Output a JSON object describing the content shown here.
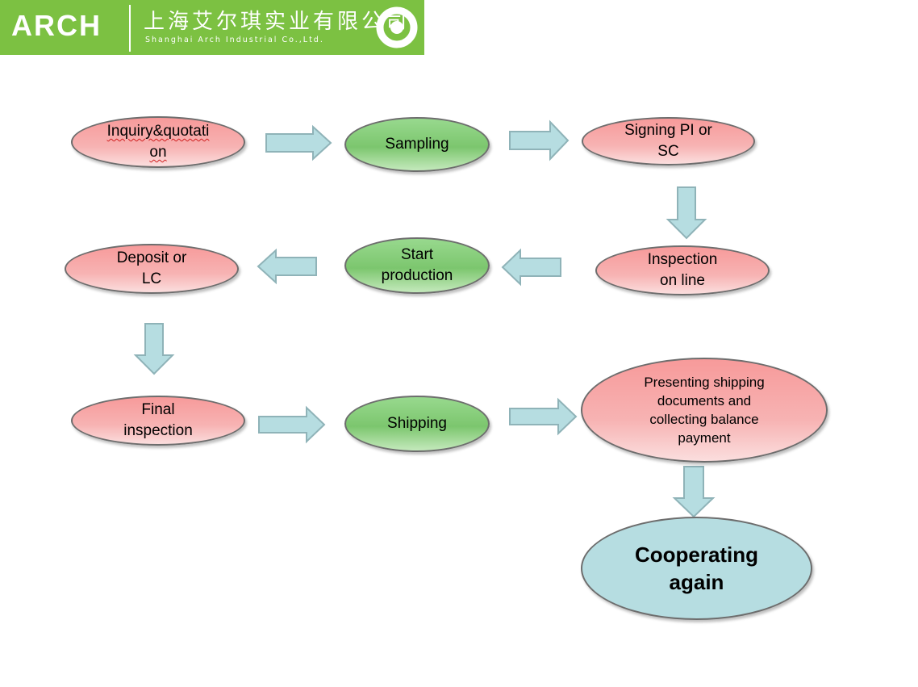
{
  "header": {
    "logo_text": "ARCH",
    "company_name_cn": "上海艾尔琪实业有限公司",
    "company_name_en": "Shanghai Arch Industrial Co.,Ltd."
  },
  "nodes": {
    "inquiry": "Inquiry&quotation",
    "sampling": "Sampling",
    "signing": "Signing PI or SC",
    "inspection_online": "Inspection on line",
    "start_production": "Start production",
    "deposit": "Deposit or LC",
    "final_inspection": "Final inspection",
    "shipping": "Shipping",
    "presenting": "Presenting shipping documents and collecting balance payment",
    "cooperating": "Cooperating again"
  },
  "colors": {
    "banner": "#7cc142",
    "node_pink": "#f7a5a5",
    "node_green": "#7cc66e",
    "node_blue": "#b6dde1",
    "arrow": "#b6dde1",
    "arrow_stroke": "#8fb3b8",
    "node_border": "#6d6d6d"
  }
}
